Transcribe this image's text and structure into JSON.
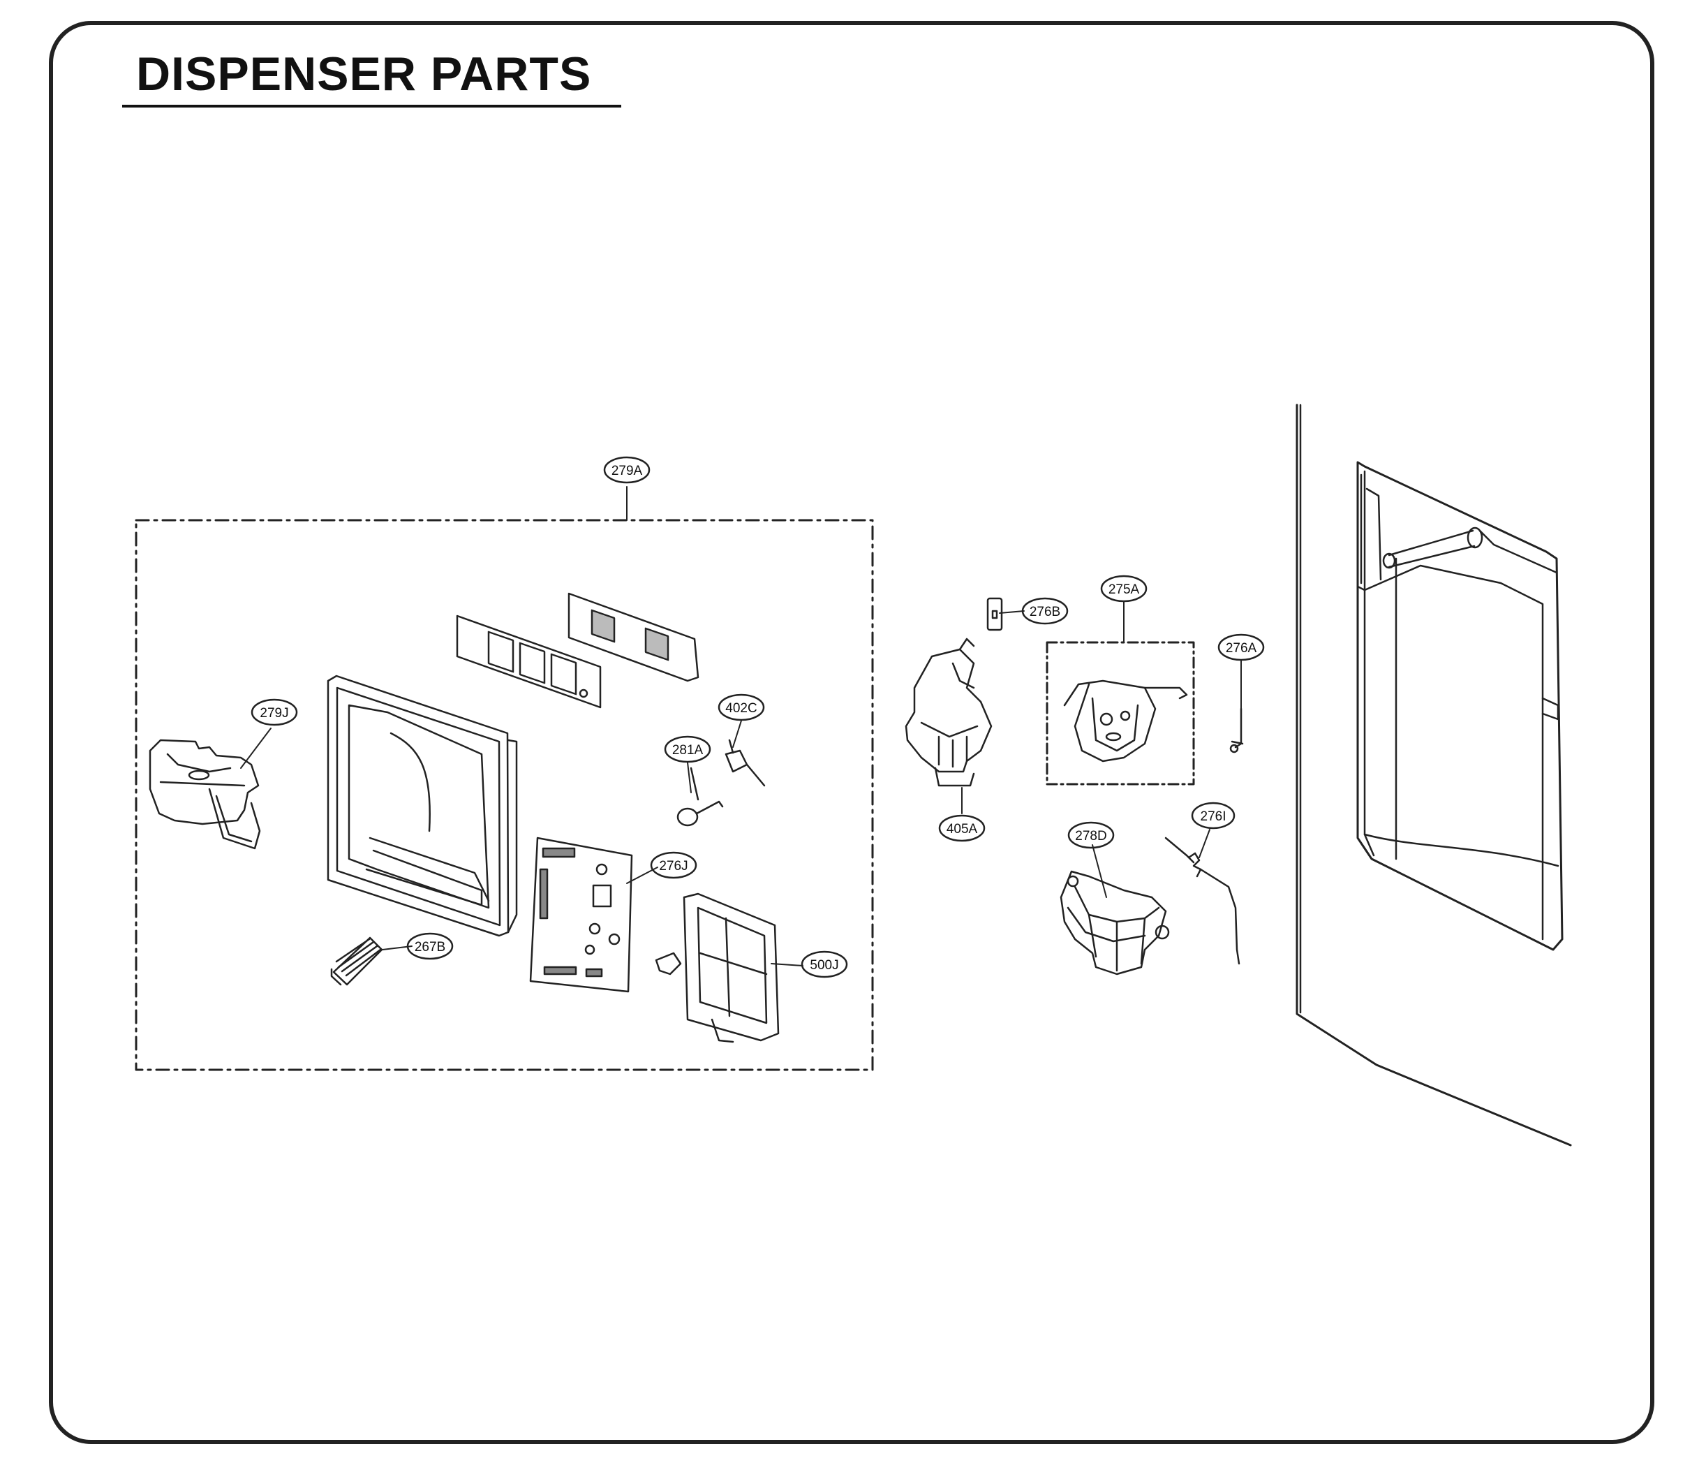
{
  "title": "DISPENSER PARTS",
  "callouts": {
    "c279A": "279A",
    "c279J": "279J",
    "c267B": "267B",
    "c281A": "281A",
    "c402C": "402C",
    "c276J": "276J",
    "c500J": "500J",
    "c276B": "276B",
    "c275A": "275A",
    "c276A": "276A",
    "c405A": "405A",
    "c278D": "278D",
    "c276I": "276I"
  }
}
